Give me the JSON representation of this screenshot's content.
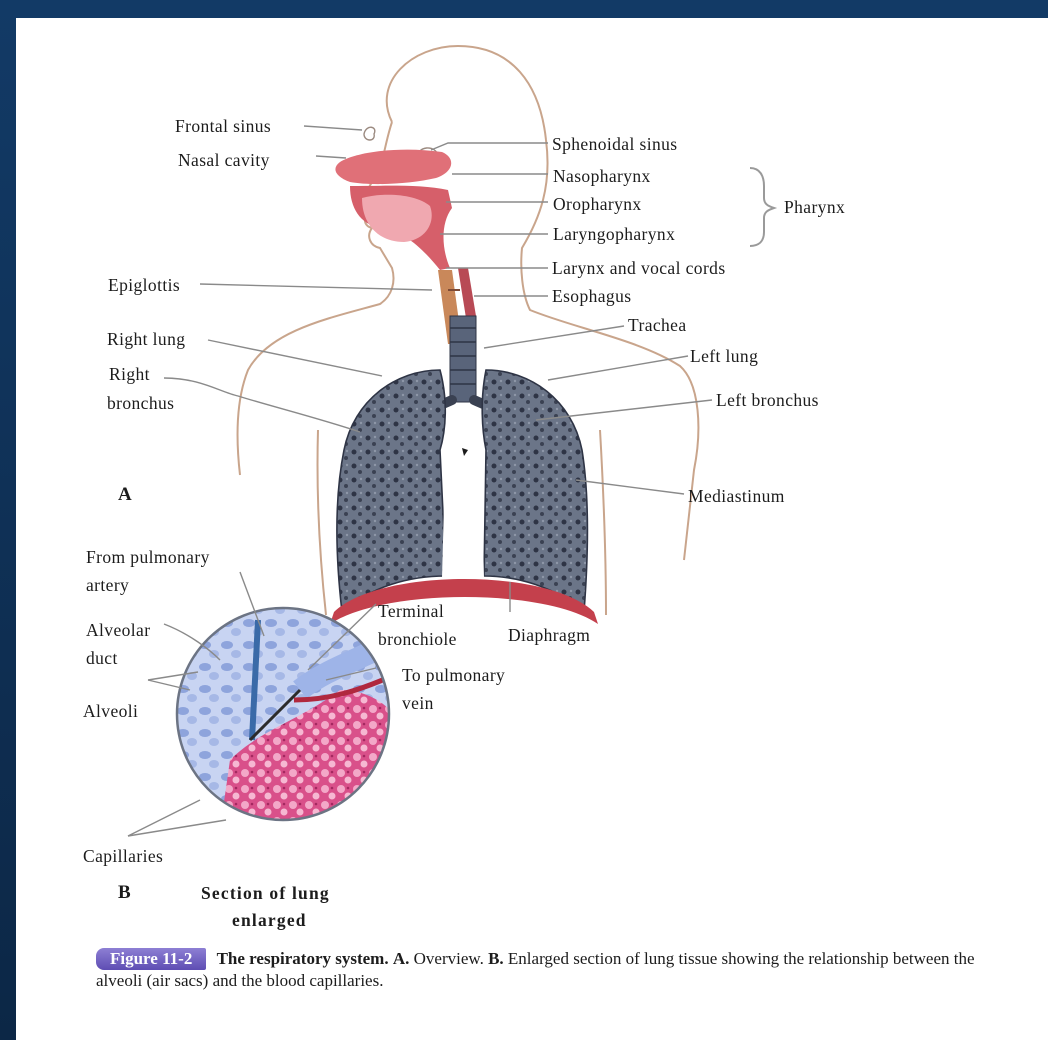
{
  "labels": {
    "frontal_sinus": "Frontal sinus",
    "nasal_cavity": "Nasal cavity",
    "sphenoidal_sinus": "Sphenoidal sinus",
    "nasopharynx": "Nasopharynx",
    "oropharynx": "Oropharynx",
    "laryngopharynx": "Laryngopharynx",
    "pharynx": "Pharynx",
    "epiglottis": "Epiglottis",
    "larynx": "Larynx and vocal cords",
    "esophagus": "Esophagus",
    "trachea": "Trachea",
    "right_lung": "Right lung",
    "left_lung": "Left lung",
    "right_bronchus_1": "Right",
    "right_bronchus_2": "bronchus",
    "left_bronchus": "Left bronchus",
    "panel_a": "A",
    "mediastinum": "Mediastinum",
    "from_pulmonary_1": "From pulmonary",
    "from_pulmonary_2": "artery",
    "terminal_1": "Terminal",
    "terminal_2": "bronchiole",
    "diaphragm": "Diaphragm",
    "alveolar_1": "Alveolar",
    "alveolar_2": "duct",
    "to_pulmonary_1": "To pulmonary",
    "to_pulmonary_2": "vein",
    "alveoli": "Alveoli",
    "capillaries": "Capillaries",
    "panel_b": "B",
    "section_1": "Section of lung",
    "section_2": "enlarged"
  },
  "caption": {
    "figure_label": "Figure 11-2",
    "title": "The respiratory system.",
    "part_a_label": "A.",
    "part_a_text": "Overview.",
    "part_b_label": "B.",
    "part_b_text": "Enlarged section of lung tissue showing the relationship between the alveoli (air sacs) and the blood capillaries."
  },
  "colors": {
    "background": "#0f2b4d",
    "page": "#ffffff",
    "figure_badge": "#6a5ac0",
    "tissue_pink": "#e07078",
    "lung": "#5a6478",
    "diaphragm": "#c4404c",
    "alveolar_blue": "#9aaee0",
    "capillary_magenta": "#cc3c7c"
  }
}
